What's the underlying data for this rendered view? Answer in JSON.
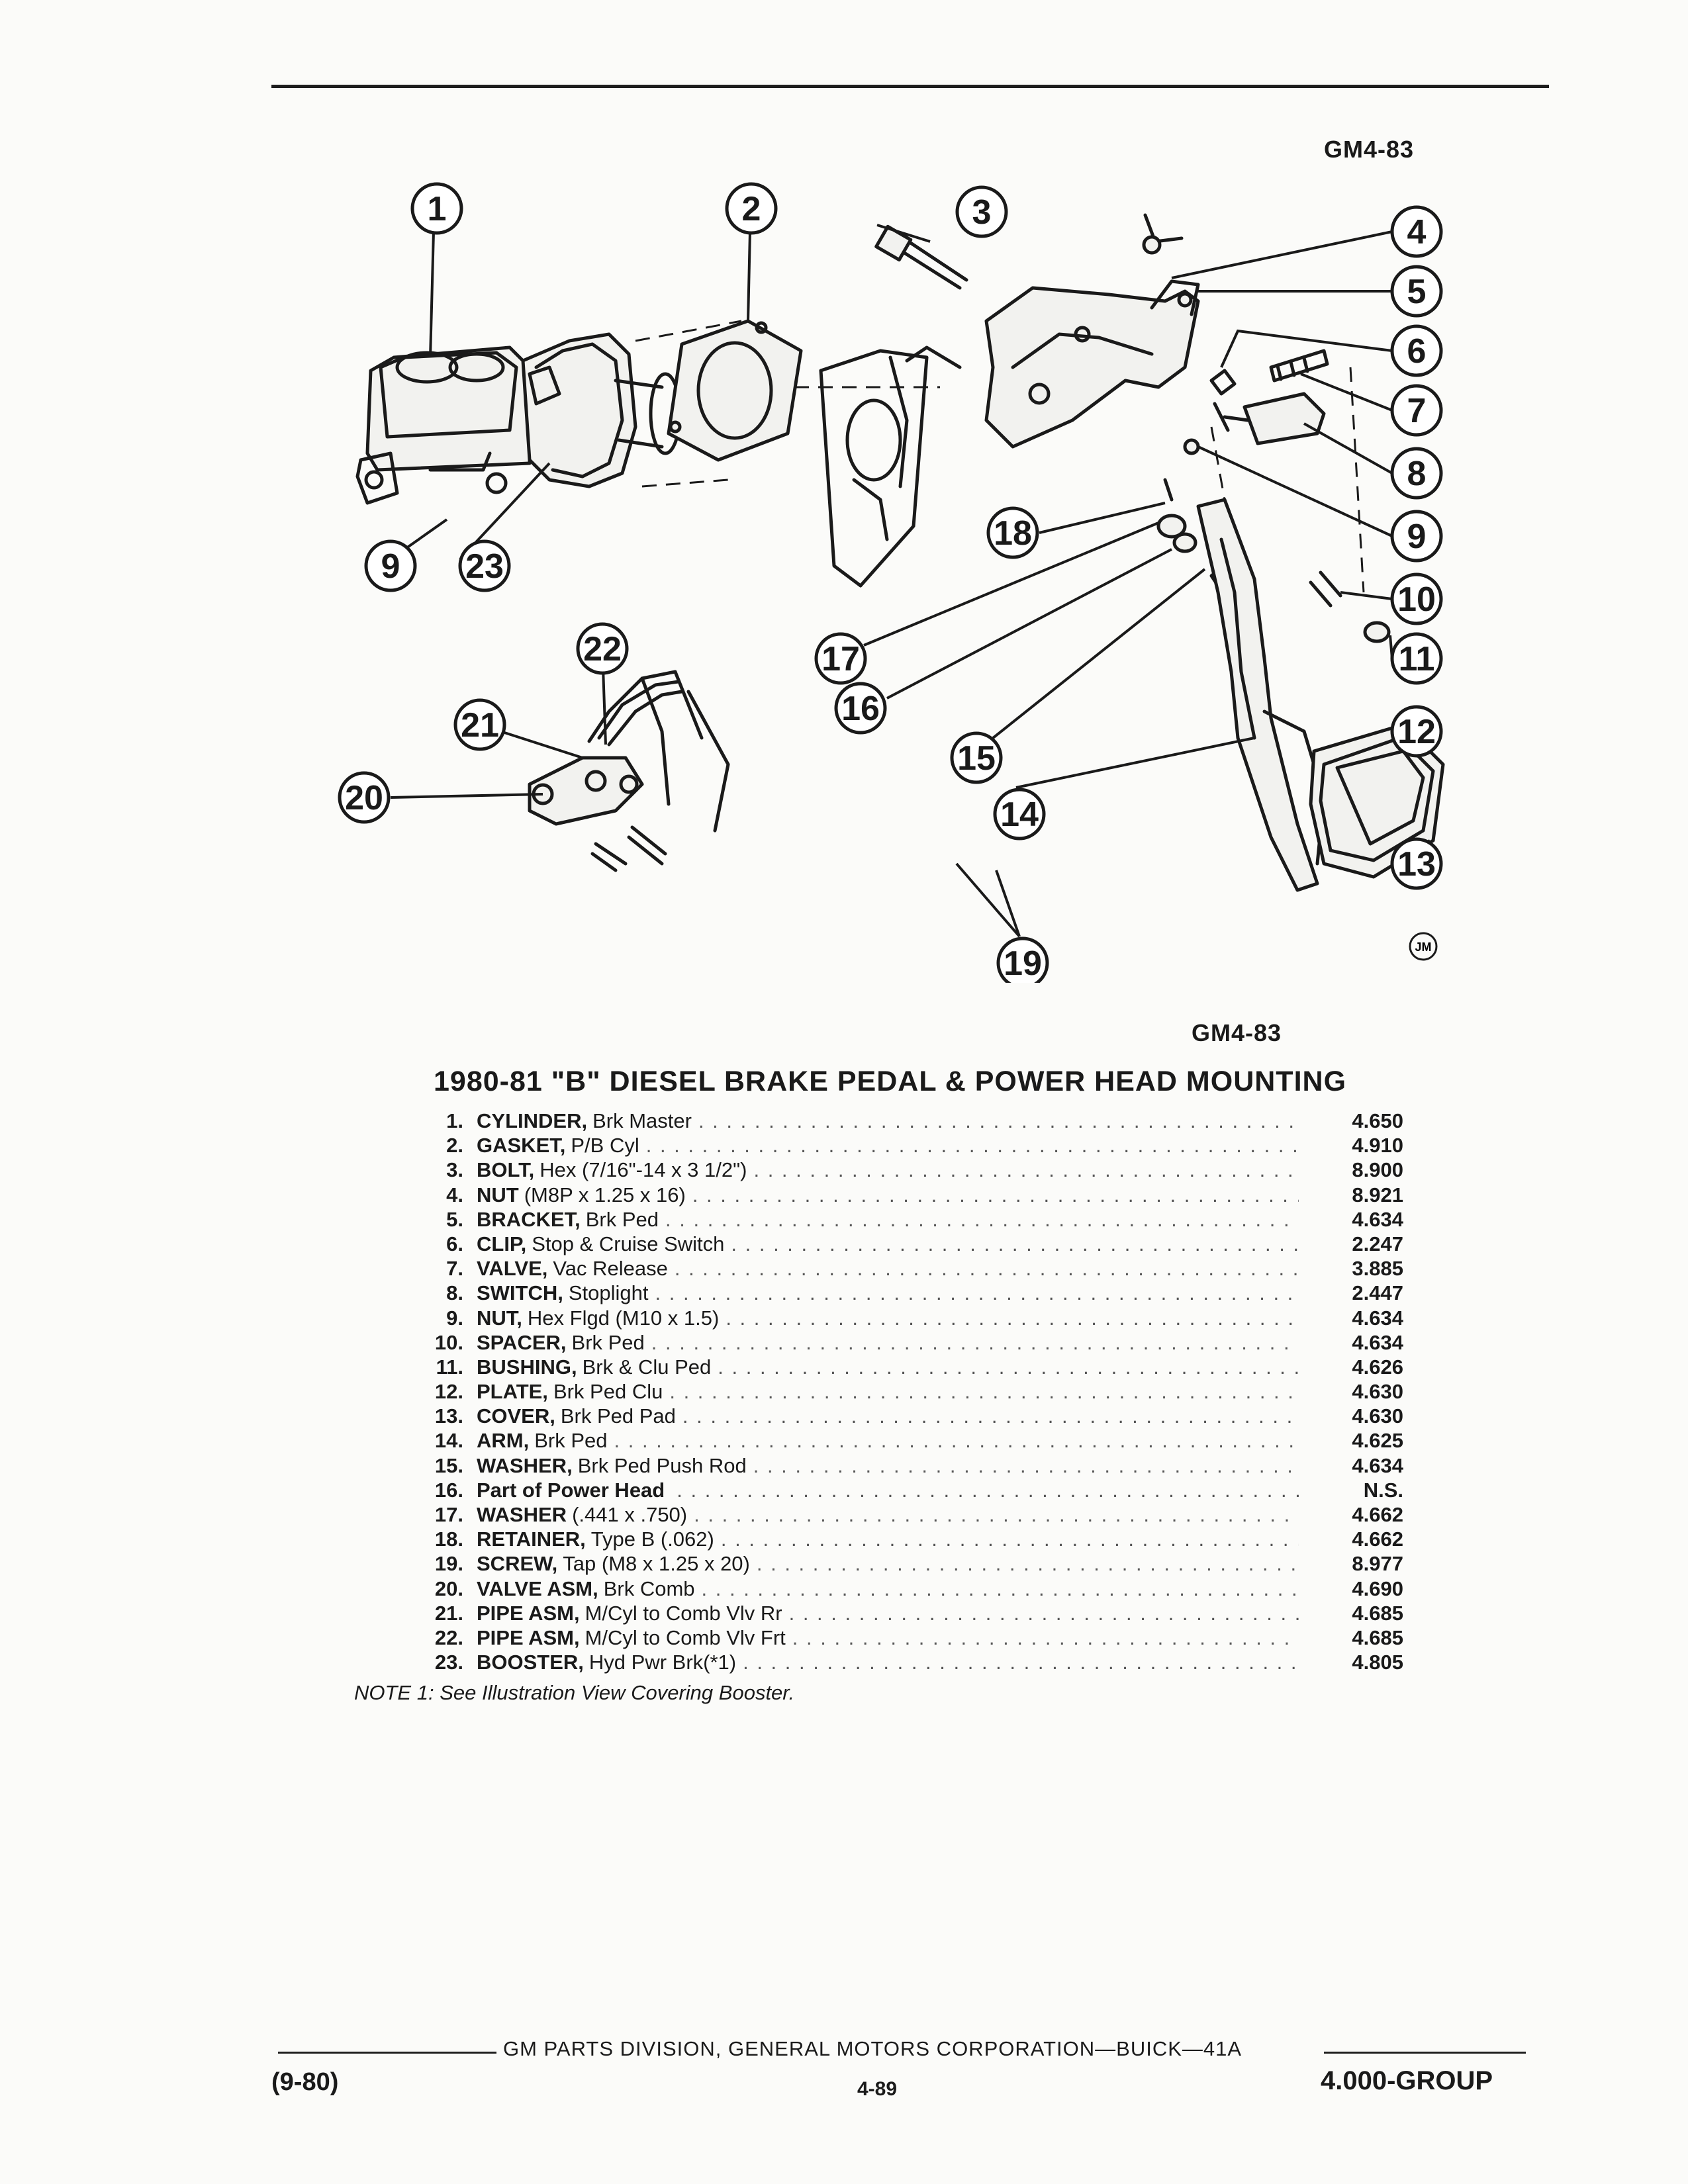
{
  "header": {
    "code_top": "GM4-83",
    "code_bottom": "GM4-83"
  },
  "diagram": {
    "callouts": [
      "1",
      "2",
      "3",
      "4",
      "5",
      "6",
      "7",
      "8",
      "9",
      "9",
      "10",
      "11",
      "12",
      "13",
      "14",
      "15",
      "16",
      "17",
      "18",
      "19",
      "20",
      "21",
      "22",
      "23"
    ],
    "artist_mark": "JM"
  },
  "title": "1980-81 \"B\" DIESEL BRAKE PEDAL & POWER HEAD MOUNTING",
  "parts": [
    {
      "num": "1.",
      "name": "CYLINDER,",
      "desc": "Brk Master",
      "group": "4.650"
    },
    {
      "num": "2.",
      "name": "GASKET,",
      "desc": "P/B Cyl",
      "group": "4.910"
    },
    {
      "num": "3.",
      "name": "BOLT,",
      "desc": "Hex (7/16\"-14 x 3 1/2\")",
      "group": "8.900"
    },
    {
      "num": "4.",
      "name": "NUT",
      "desc": "(M8P x 1.25 x 16)",
      "group": "8.921"
    },
    {
      "num": "5.",
      "name": "BRACKET,",
      "desc": "Brk Ped",
      "group": "4.634"
    },
    {
      "num": "6.",
      "name": "CLIP,",
      "desc": "Stop & Cruise Switch",
      "group": "2.247"
    },
    {
      "num": "7.",
      "name": "VALVE,",
      "desc": "Vac Release",
      "group": "3.885"
    },
    {
      "num": "8.",
      "name": "SWITCH,",
      "desc": "Stoplight",
      "group": "2.447"
    },
    {
      "num": "9.",
      "name": "NUT,",
      "desc": "Hex Flgd (M10 x 1.5)",
      "group": "4.634"
    },
    {
      "num": "10.",
      "name": "SPACER,",
      "desc": "Brk Ped",
      "group": "4.634"
    },
    {
      "num": "11.",
      "name": "BUSHING,",
      "desc": "Brk & Clu Ped",
      "group": "4.626"
    },
    {
      "num": "12.",
      "name": "PLATE,",
      "desc": "Brk Ped Clu",
      "group": "4.630"
    },
    {
      "num": "13.",
      "name": "COVER,",
      "desc": "Brk Ped Pad",
      "group": "4.630"
    },
    {
      "num": "14.",
      "name": "ARM,",
      "desc": "Brk Ped",
      "group": "4.625"
    },
    {
      "num": "15.",
      "name": "WASHER,",
      "desc": "Brk Ped Push Rod",
      "group": "4.634"
    },
    {
      "num": "16.",
      "name": "Part of Power Head",
      "desc": "",
      "group": "N.S."
    },
    {
      "num": "17.",
      "name": "WASHER",
      "desc": "(.441 x .750)",
      "group": "4.662"
    },
    {
      "num": "18.",
      "name": "RETAINER,",
      "desc": "Type B (.062)",
      "group": "4.662"
    },
    {
      "num": "19.",
      "name": "SCREW,",
      "desc": "Tap (M8 x 1.25 x 20)",
      "group": "8.977"
    },
    {
      "num": "20.",
      "name": "VALVE ASM,",
      "desc": "Brk Comb",
      "group": "4.690"
    },
    {
      "num": "21.",
      "name": "PIPE ASM,",
      "desc": "M/Cyl to Comb Vlv Rr",
      "group": "4.685"
    },
    {
      "num": "22.",
      "name": "PIPE ASM,",
      "desc": "M/Cyl to Comb Vlv Frt",
      "group": "4.685"
    },
    {
      "num": "23.",
      "name": "BOOSTER,",
      "desc": "Hyd Pwr Brk(*1)",
      "group": "4.805"
    }
  ],
  "note": "NOTE 1: See Illustration View Covering Booster.",
  "footer": {
    "center": "GM PARTS DIVISION, GENERAL MOTORS CORPORATION—BUICK—41A",
    "left": "(9-80)",
    "page": "4-89",
    "right": "4.000-GROUP"
  }
}
